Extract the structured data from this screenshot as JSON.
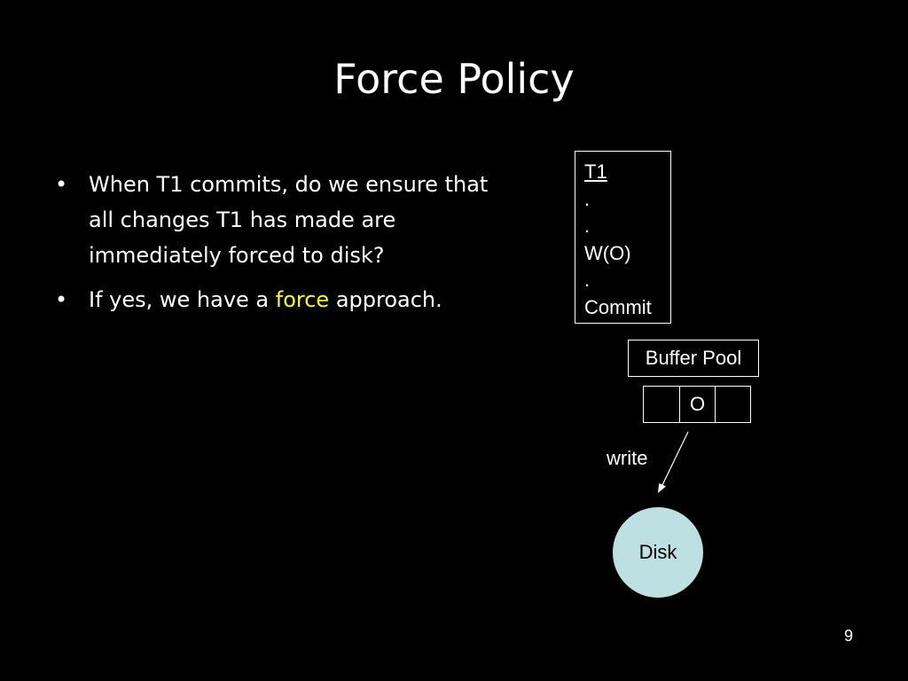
{
  "slide": {
    "title": "Force Policy",
    "page_number": "9"
  },
  "bullets": [
    {
      "text": "When T1 commits, do we ensure that all changes T1 has made are immediately forced to disk?"
    },
    {
      "prefix": "If yes, we have a ",
      "highlight": "force",
      "suffix": " approach."
    }
  ],
  "bullet_symbol": "•",
  "transaction": {
    "lines": [
      "T1",
      ".",
      ".",
      "W(O)",
      ".",
      "Commit"
    ]
  },
  "buffer_pool": {
    "label": "Buffer Pool",
    "cells": [
      "",
      "O",
      ""
    ]
  },
  "arrow": {
    "label": "write"
  },
  "disk": {
    "label": "Disk"
  },
  "colors": {
    "background": "#000000",
    "text": "#ffffff",
    "highlight": "#ffff00",
    "disk_fill": "#bde0e3"
  }
}
